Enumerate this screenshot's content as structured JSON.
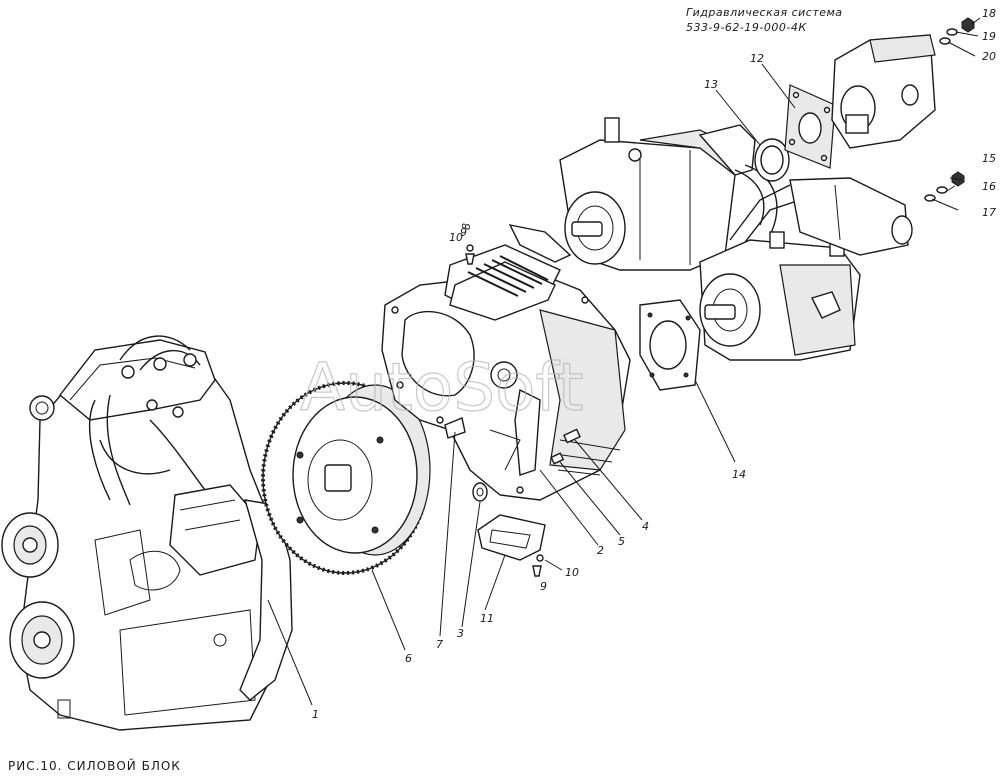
{
  "header": {
    "system_title": "Гидравлическая система",
    "system_code": "533-9-62-19-000-4К"
  },
  "caption": "РИС.10. СИЛОВОЙ БЛОК",
  "watermark": "AutoSoft",
  "callouts": {
    "c1": "1",
    "c2": "2",
    "c3": "3",
    "c4": "4",
    "c5": "5",
    "c6": "6",
    "c7": "7",
    "c8": "8",
    "c9_top": "9",
    "c9_bottom": "9",
    "c10_top": "10",
    "c10_bottom": "10",
    "c11": "11",
    "c12": "12",
    "c13": "13",
    "c14": "14",
    "c15": "15",
    "c16": "16",
    "c17": "17",
    "c18": "18",
    "c19": "19",
    "c20": "20"
  }
}
